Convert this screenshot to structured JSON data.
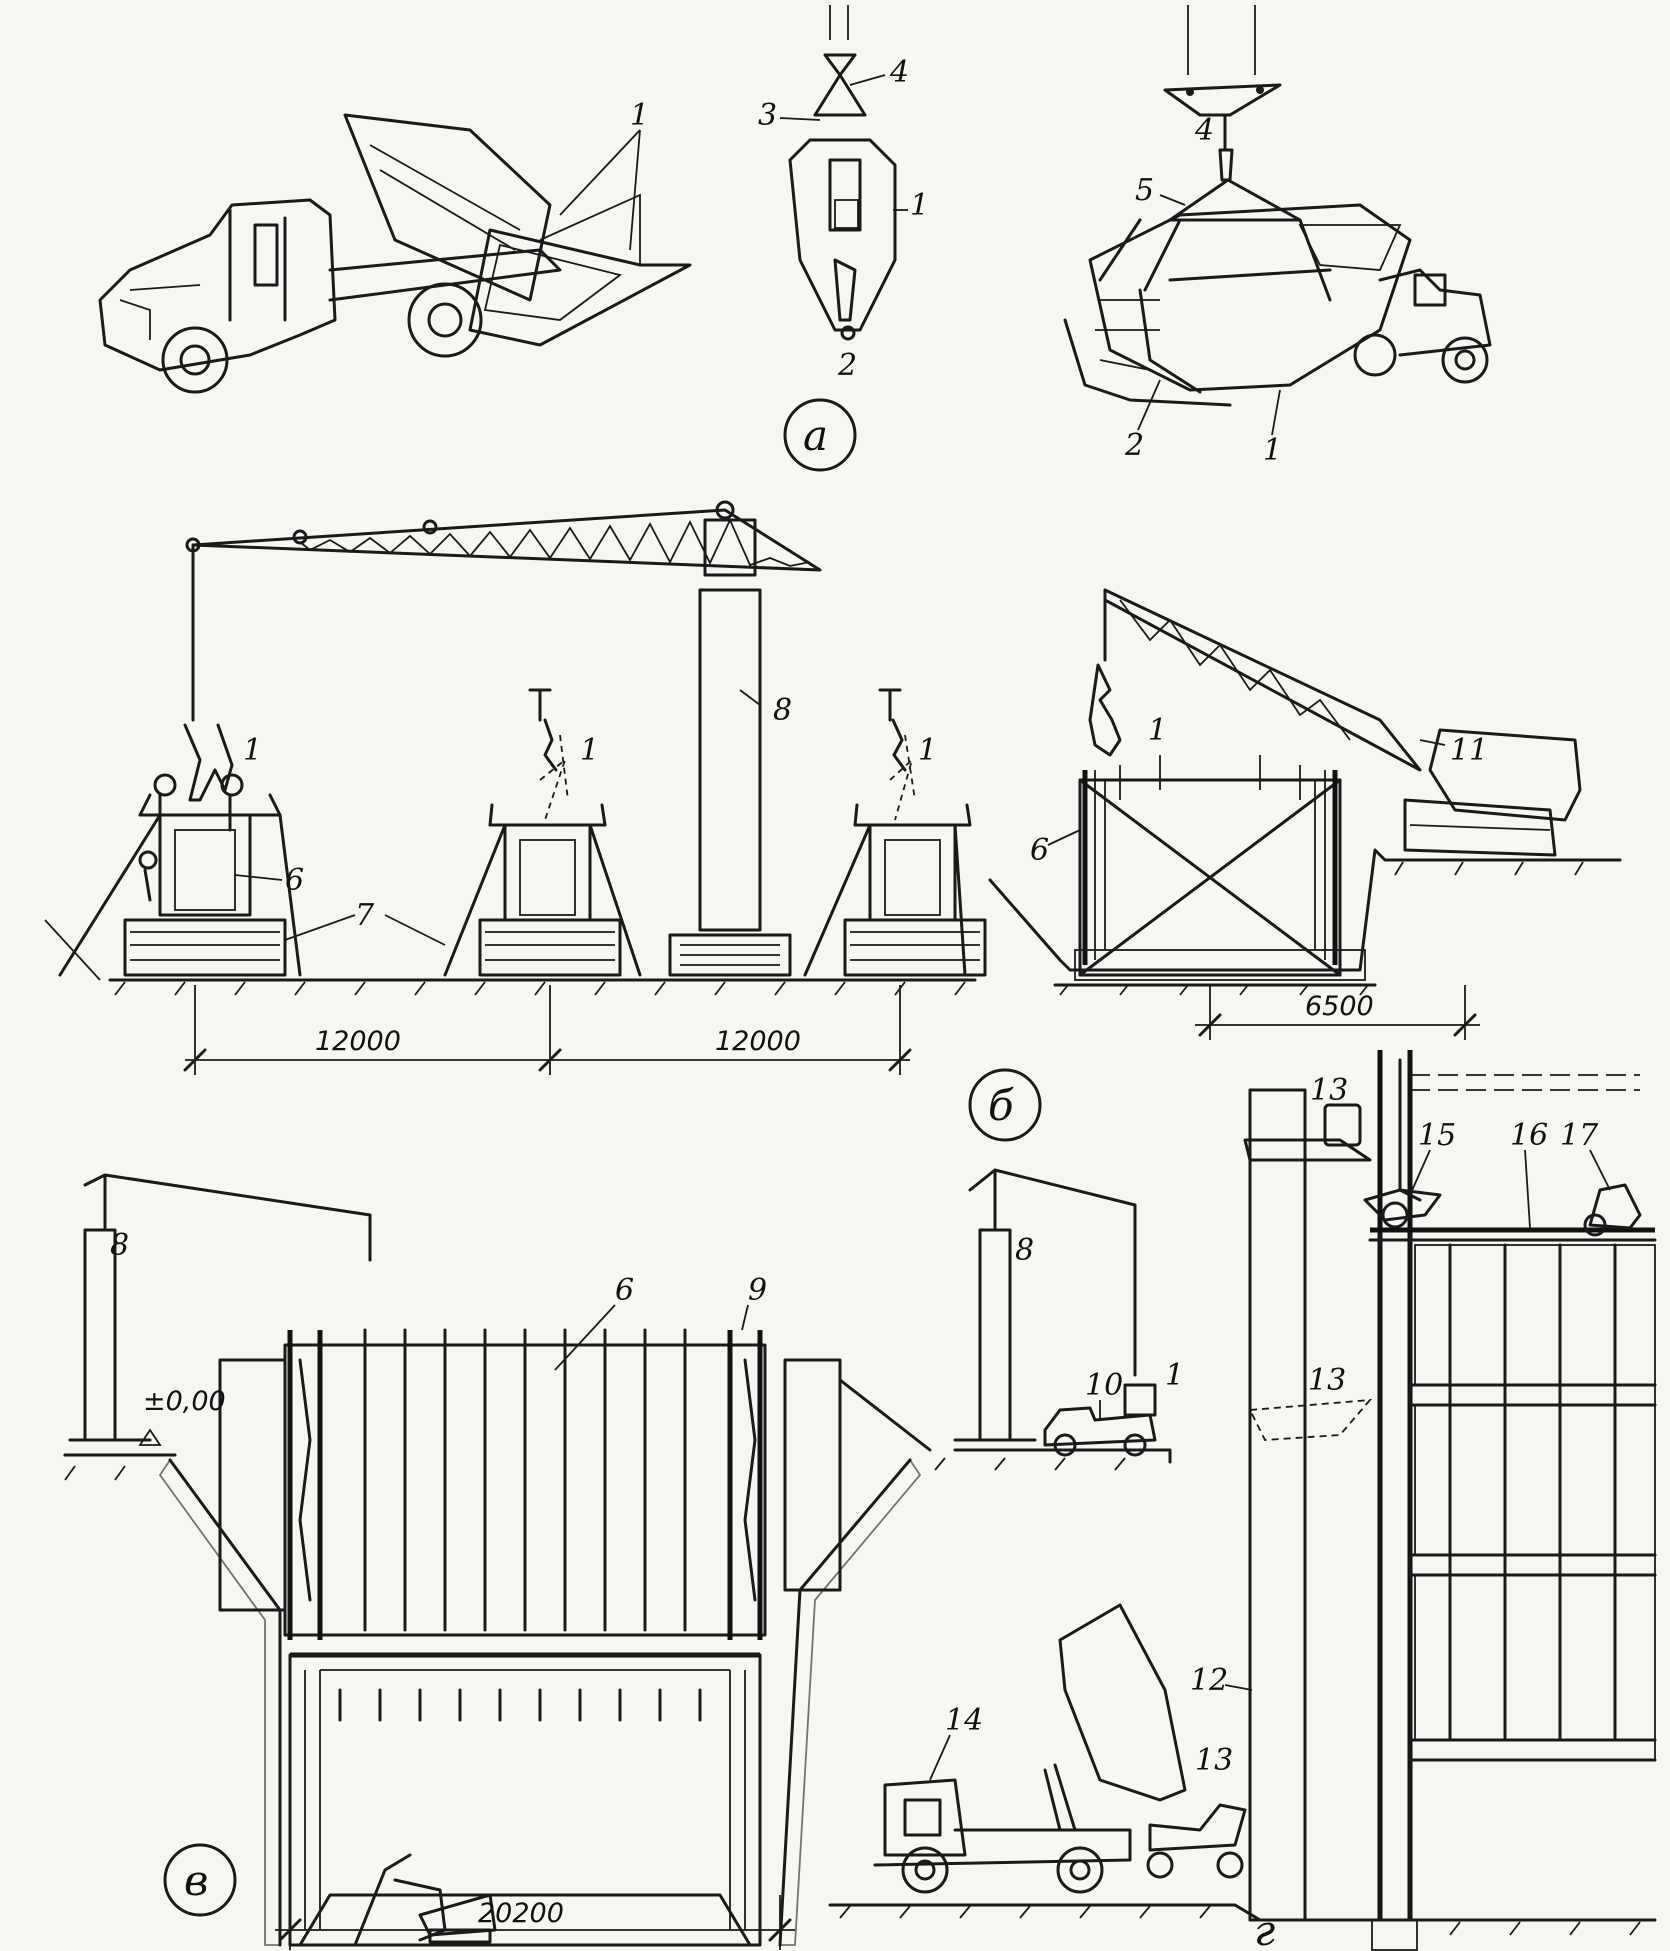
{
  "sections": {
    "a": "а",
    "b": "б",
    "v": "в",
    "g": "г"
  },
  "labels": {
    "n1": "1",
    "n2": "2",
    "n3": "3",
    "n4": "4",
    "n5": "5",
    "n6": "6",
    "n7": "7",
    "n8": "8",
    "n9": "9",
    "n10": "10",
    "n11": "11",
    "n12": "12",
    "n13": "13",
    "n14": "14",
    "n15": "15",
    "n16": "16",
    "n17": "17"
  },
  "dimensions": {
    "span_left": "12000",
    "span_right": "12000",
    "width_b2": "6500",
    "width_v": "20200",
    "level": "±0,00"
  }
}
